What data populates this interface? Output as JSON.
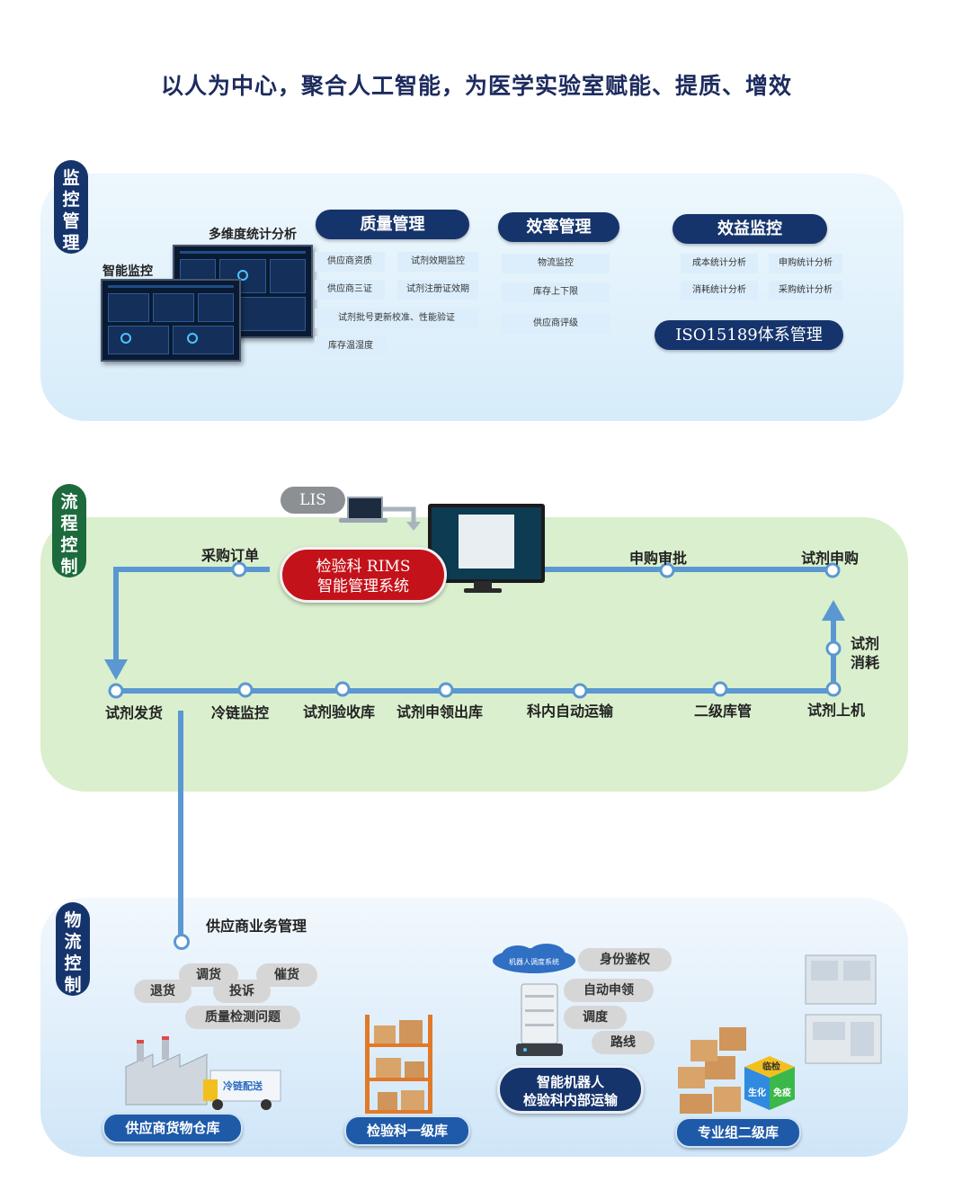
{
  "title": "以人为中心，聚合人工智能，为医学实验室赋能、提质、增效",
  "sections": {
    "monitor": {
      "tag": [
        "监",
        "控",
        "管",
        "理"
      ],
      "dash_label_1": "多维度统计分析",
      "dash_label_2": "智能监控",
      "quality": {
        "header": "质量管理",
        "items": [
          "供应商资质",
          "试剂效期监控",
          "供应商三证",
          "试剂注册证效期",
          "试剂批号更新校准、性能验证",
          "库存温湿度"
        ]
      },
      "efficiency": {
        "header": "效率管理",
        "items": [
          "物流监控",
          "库存上下限",
          "供应商评级"
        ]
      },
      "benefit": {
        "header": "效益监控",
        "items": [
          "成本统计分析",
          "申购统计分析",
          "消耗统计分析",
          "采购统计分析"
        ]
      },
      "iso": "ISO15189体系管理"
    },
    "process": {
      "tag": [
        "流",
        "程",
        "控",
        "制"
      ],
      "lis": "LIS",
      "rims_line1": "检验科 RIMS",
      "rims_line2": "智能管理系统",
      "top_nodes": [
        "采购订单",
        "申购审批",
        "试剂申购"
      ],
      "consume_line1": "试剂",
      "consume_line2": "消耗",
      "bottom_nodes": [
        "试剂发货",
        "冷链监控",
        "试剂验收库",
        "试剂申领出库",
        "科内自动运输",
        "二级库管",
        "试剂上机"
      ]
    },
    "logistics": {
      "tag": [
        "物",
        "流",
        "控",
        "制"
      ],
      "supplier_mgmt": "供应商业务管理",
      "chips": [
        "退货",
        "调货",
        "投诉",
        "催货",
        "质量检测问题"
      ],
      "truck_text": "冷链配送",
      "cloud_text": "机器人调度系统",
      "robot_chips": [
        "身份鉴权",
        "自动申领",
        "调度",
        "路线"
      ],
      "robot_line1": "智能机器人",
      "robot_line2": "检验科内部运输",
      "cube_text": [
        "临检",
        "生化",
        "免疫"
      ],
      "bases": [
        "供应商货物仓库",
        "检验科一级库",
        "专业组二级库"
      ]
    }
  },
  "colors": {
    "navy": "#16346c",
    "red": "#c4121a",
    "flow_line": "#5b98d2",
    "green_tag": "#1d6a3c"
  }
}
